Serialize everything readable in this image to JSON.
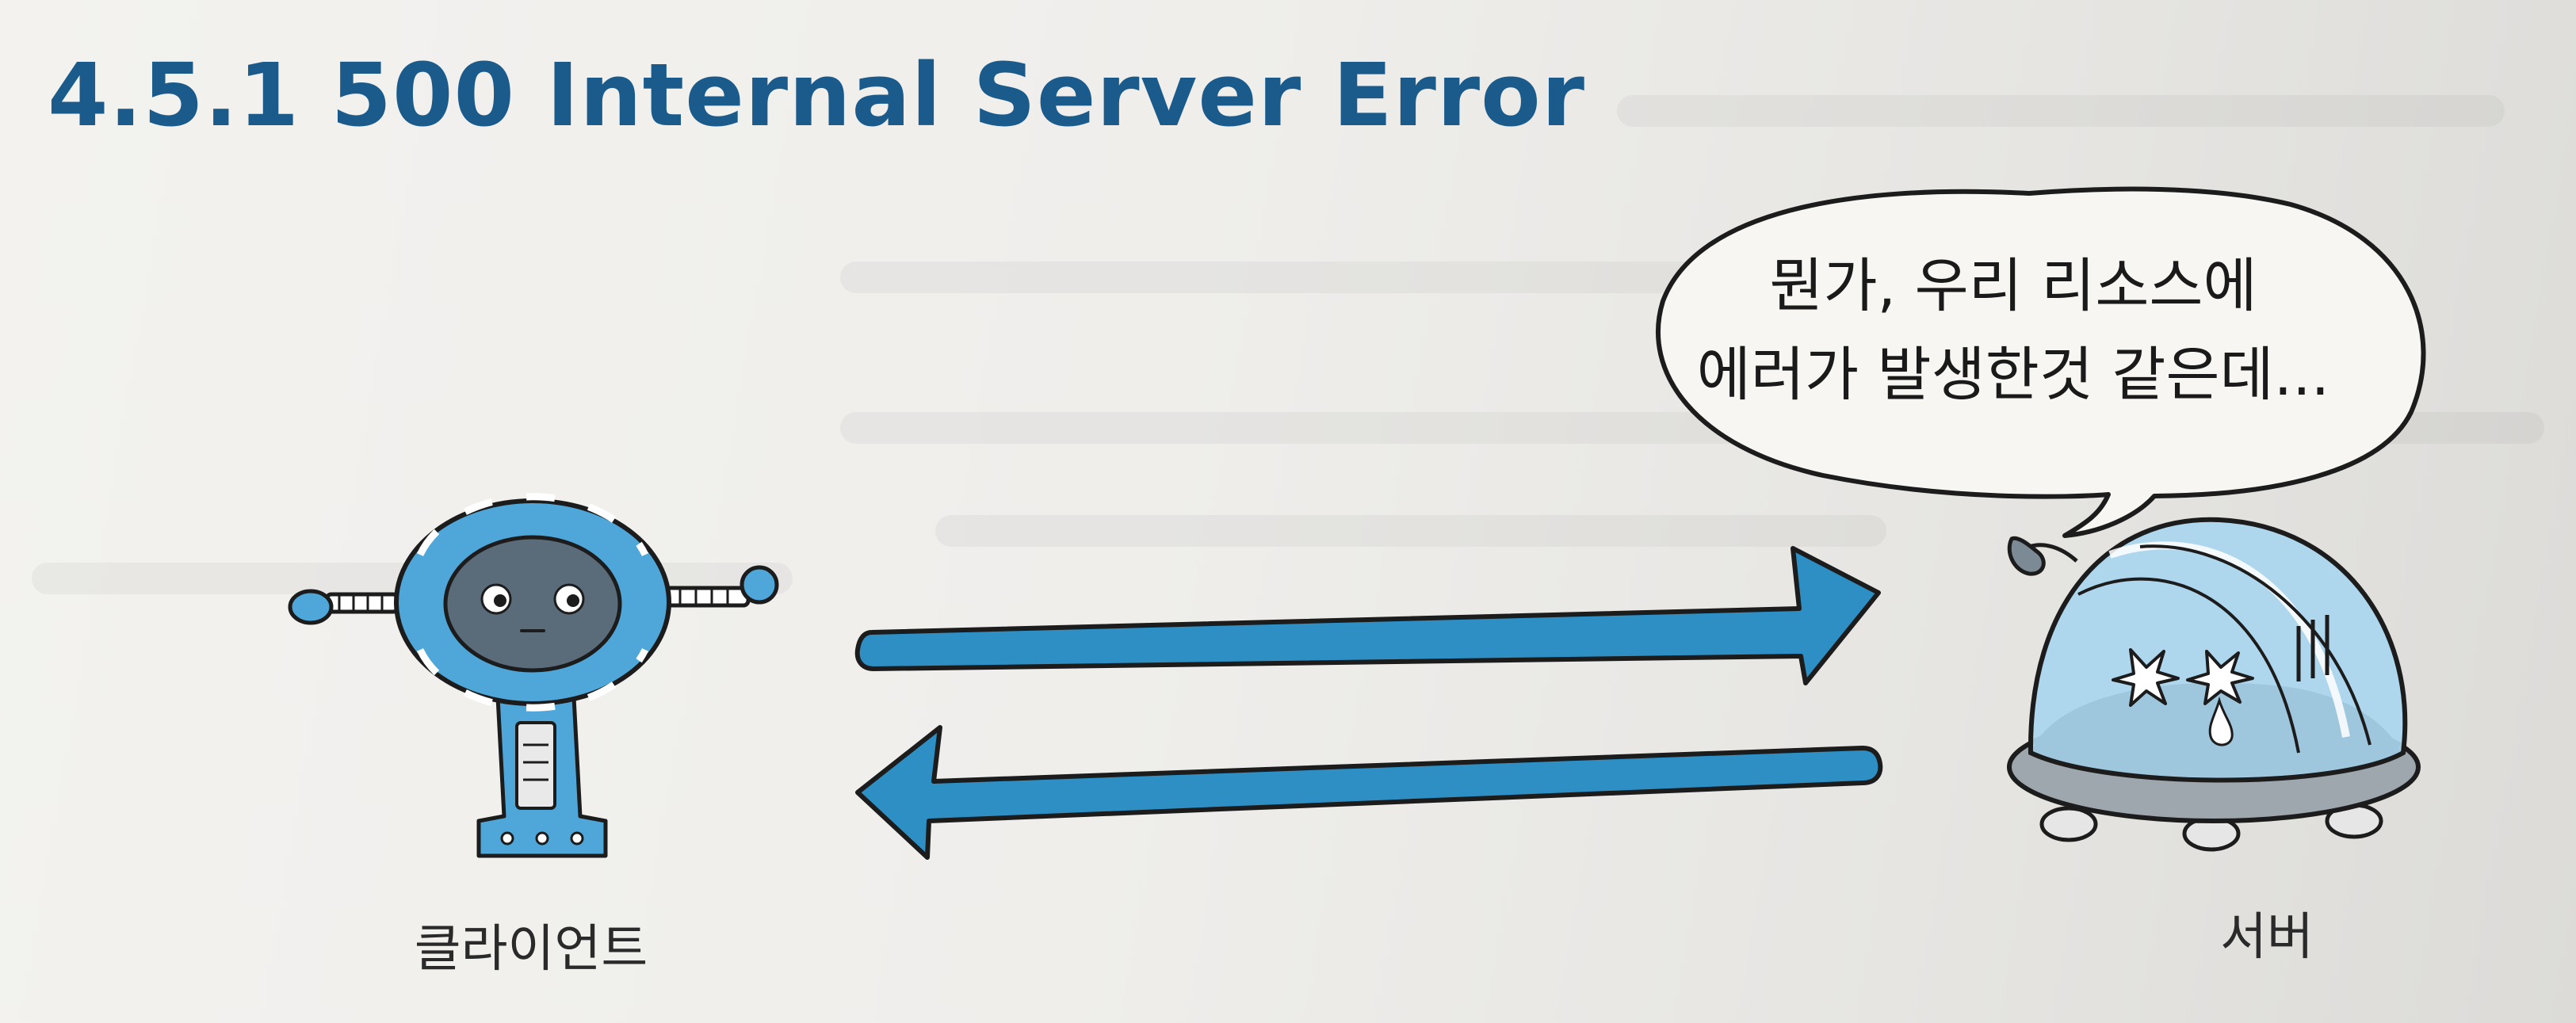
{
  "heading": "4.5.1 500 Internal Server Error",
  "bubble": {
    "line1": "뭔가, 우리 리소스에",
    "line2": "에러가 발생한것 같은데..."
  },
  "client": {
    "label": "클라이언트",
    "icon": "robot-icon"
  },
  "server": {
    "label": "서버",
    "icon": "dome-server-icon"
  },
  "arrows": {
    "request": "arrow-right-icon",
    "response": "arrow-left-icon"
  },
  "colors": {
    "heading": "#1a5b8c",
    "arrow": "#2d8fc4",
    "robot": "#4ea7d8",
    "outline": "#1c1c1c"
  }
}
